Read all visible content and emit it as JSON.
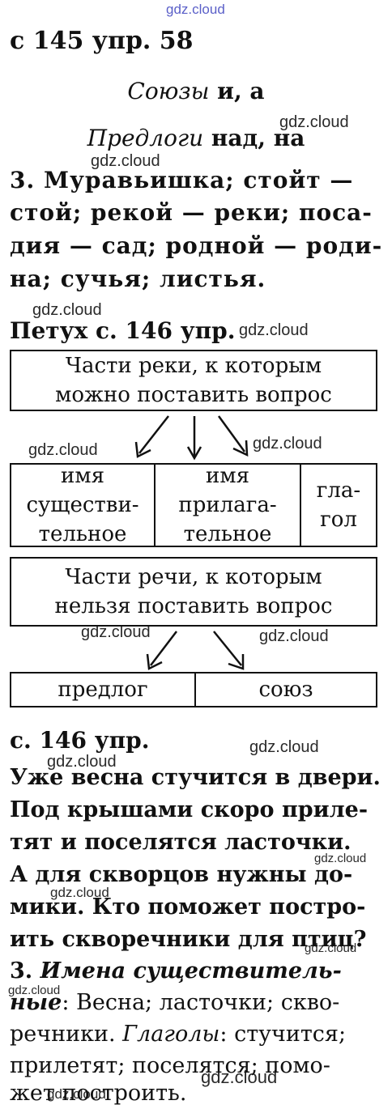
{
  "watermarks": {
    "site": "gdz.cloud"
  },
  "section1": {
    "heading": "с 145 упр. 58",
    "line_souzy_italic": "Союзы",
    "line_souzy_rest": " и, а",
    "line_predlogi_italic": "Предлоги",
    "line_predlogi_rest": " над, на",
    "text_lines": [
      "3. Муравьишка; стойт —",
      "стой; рекой — реки; поса-",
      "дия — сад; родной — роди-",
      "на; сучья; листья."
    ]
  },
  "section2": {
    "heading": "Петух с. 146 упр.",
    "box_top": [
      "Части реки, к которым",
      "можно поставить вопрос"
    ],
    "cells_top": [
      [
        "имя",
        "существи-",
        "тельное"
      ],
      [
        "имя",
        "прилага-",
        "тельное"
      ],
      [
        "гла-",
        "гол"
      ]
    ],
    "box_middle": [
      "Части речи, к которым",
      "нельзя поставить вопрос"
    ],
    "cells_bottom": [
      "предлог",
      "союз"
    ]
  },
  "section3": {
    "heading": "с. 146 упр.",
    "text_lines": [
      "Уже весна стучится в двери.",
      "Под крышами скоро приле-",
      "тят и поселятся ласточки.",
      "А для скворцов нужны до-",
      "мики. Кто поможет постро-",
      "ить скворечники для птиц?"
    ],
    "line3_number": "3.",
    "line3_italic": "Имена существитель-",
    "line4_italic": "ные",
    "line4_rest": ": Весна; ласточки; скво-",
    "line5_rest_a": "речники. ",
    "line5_italic": "Глаголы",
    "line5_rest_b": ": стучится;",
    "line6": "прилетят; поселятся; помо-",
    "line7": "жет построить."
  }
}
